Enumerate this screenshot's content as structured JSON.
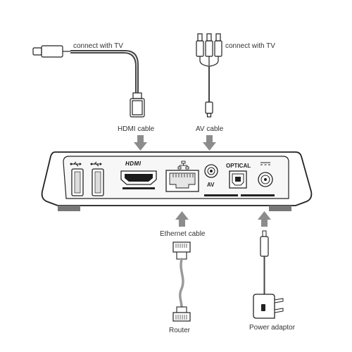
{
  "labels": {
    "hdmi_connect_tv": "connect with TV",
    "av_connect_tv": "connect with TV",
    "hdmi_cable": "HDMI cable",
    "av_cable": "AV cable",
    "ethernet_cable": "Ethernet cable",
    "router": "Router",
    "power_adaptor": "Power adaptor"
  },
  "ports": {
    "hdmi": "HDMI",
    "av": "AV",
    "optical": "OPTICAL"
  },
  "icons": {
    "usb": "usb-icon",
    "network": "network-icon",
    "dc_power": "dc-power-icon"
  },
  "colors": {
    "arrow": "#8c8c8c",
    "outline": "#222222",
    "cable_gray": "#9a9a9a"
  }
}
